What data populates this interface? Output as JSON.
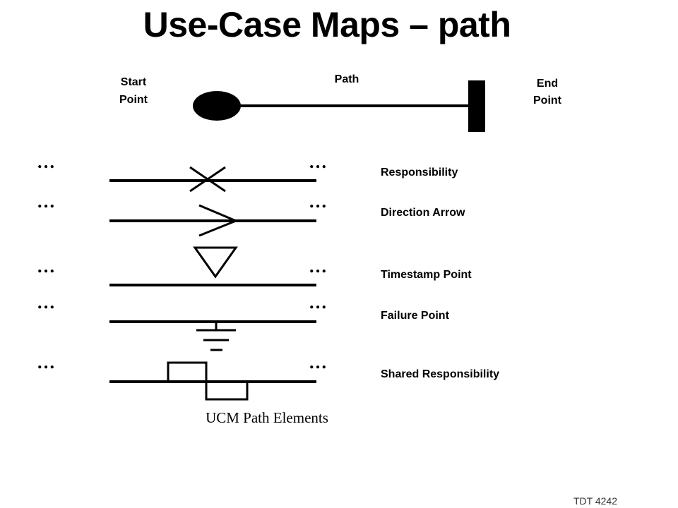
{
  "title": "Use-Case Maps – path",
  "path_diagram": {
    "start_label": [
      "Start",
      "Point"
    ],
    "path_label": "Path",
    "end_label": [
      "End",
      "Point"
    ]
  },
  "ellipsis": "…",
  "elements": [
    {
      "id": "responsibility",
      "label": "Responsibility",
      "symbol": "cross"
    },
    {
      "id": "direction-arrow",
      "label": "Direction Arrow",
      "symbol": "arrow"
    },
    {
      "id": "timestamp-point",
      "label": "Timestamp Point",
      "symbol": "triangle"
    },
    {
      "id": "failure-point",
      "label": "Failure Point",
      "symbol": "ground"
    },
    {
      "id": "shared-responsibility",
      "label": "Shared Responsibility",
      "symbol": "pulse"
    }
  ],
  "caption": "UCM Path Elements",
  "footer": "TDT 4242"
}
